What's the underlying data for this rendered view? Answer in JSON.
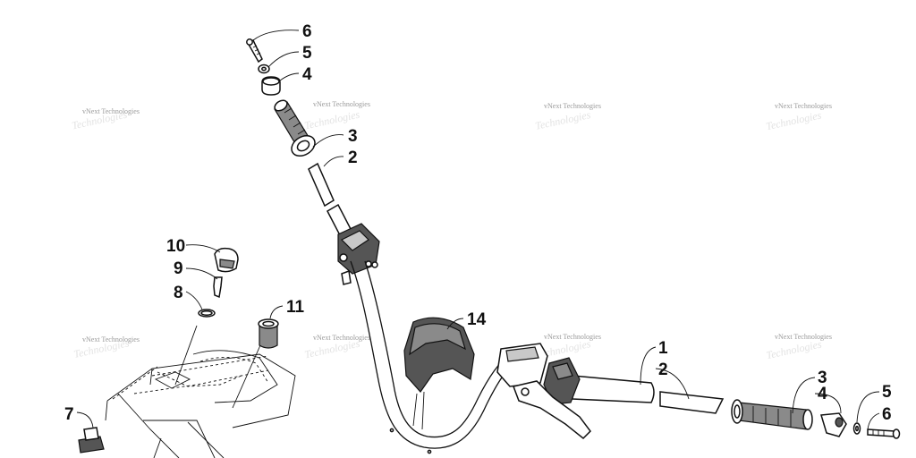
{
  "watermark": {
    "text": "vNext Technologies"
  },
  "callouts": {
    "c6_top": "6",
    "c5_top": "5",
    "c4_top": "4",
    "c3_top": "3",
    "c2_top": "2",
    "c10": "10",
    "c9": "9",
    "c8": "8",
    "c11": "11",
    "c7": "7",
    "c14": "14",
    "c1": "1",
    "c2_right": "2",
    "c3_right": "3",
    "c4_right": "4",
    "c5_right": "5",
    "c6_right": "6"
  }
}
